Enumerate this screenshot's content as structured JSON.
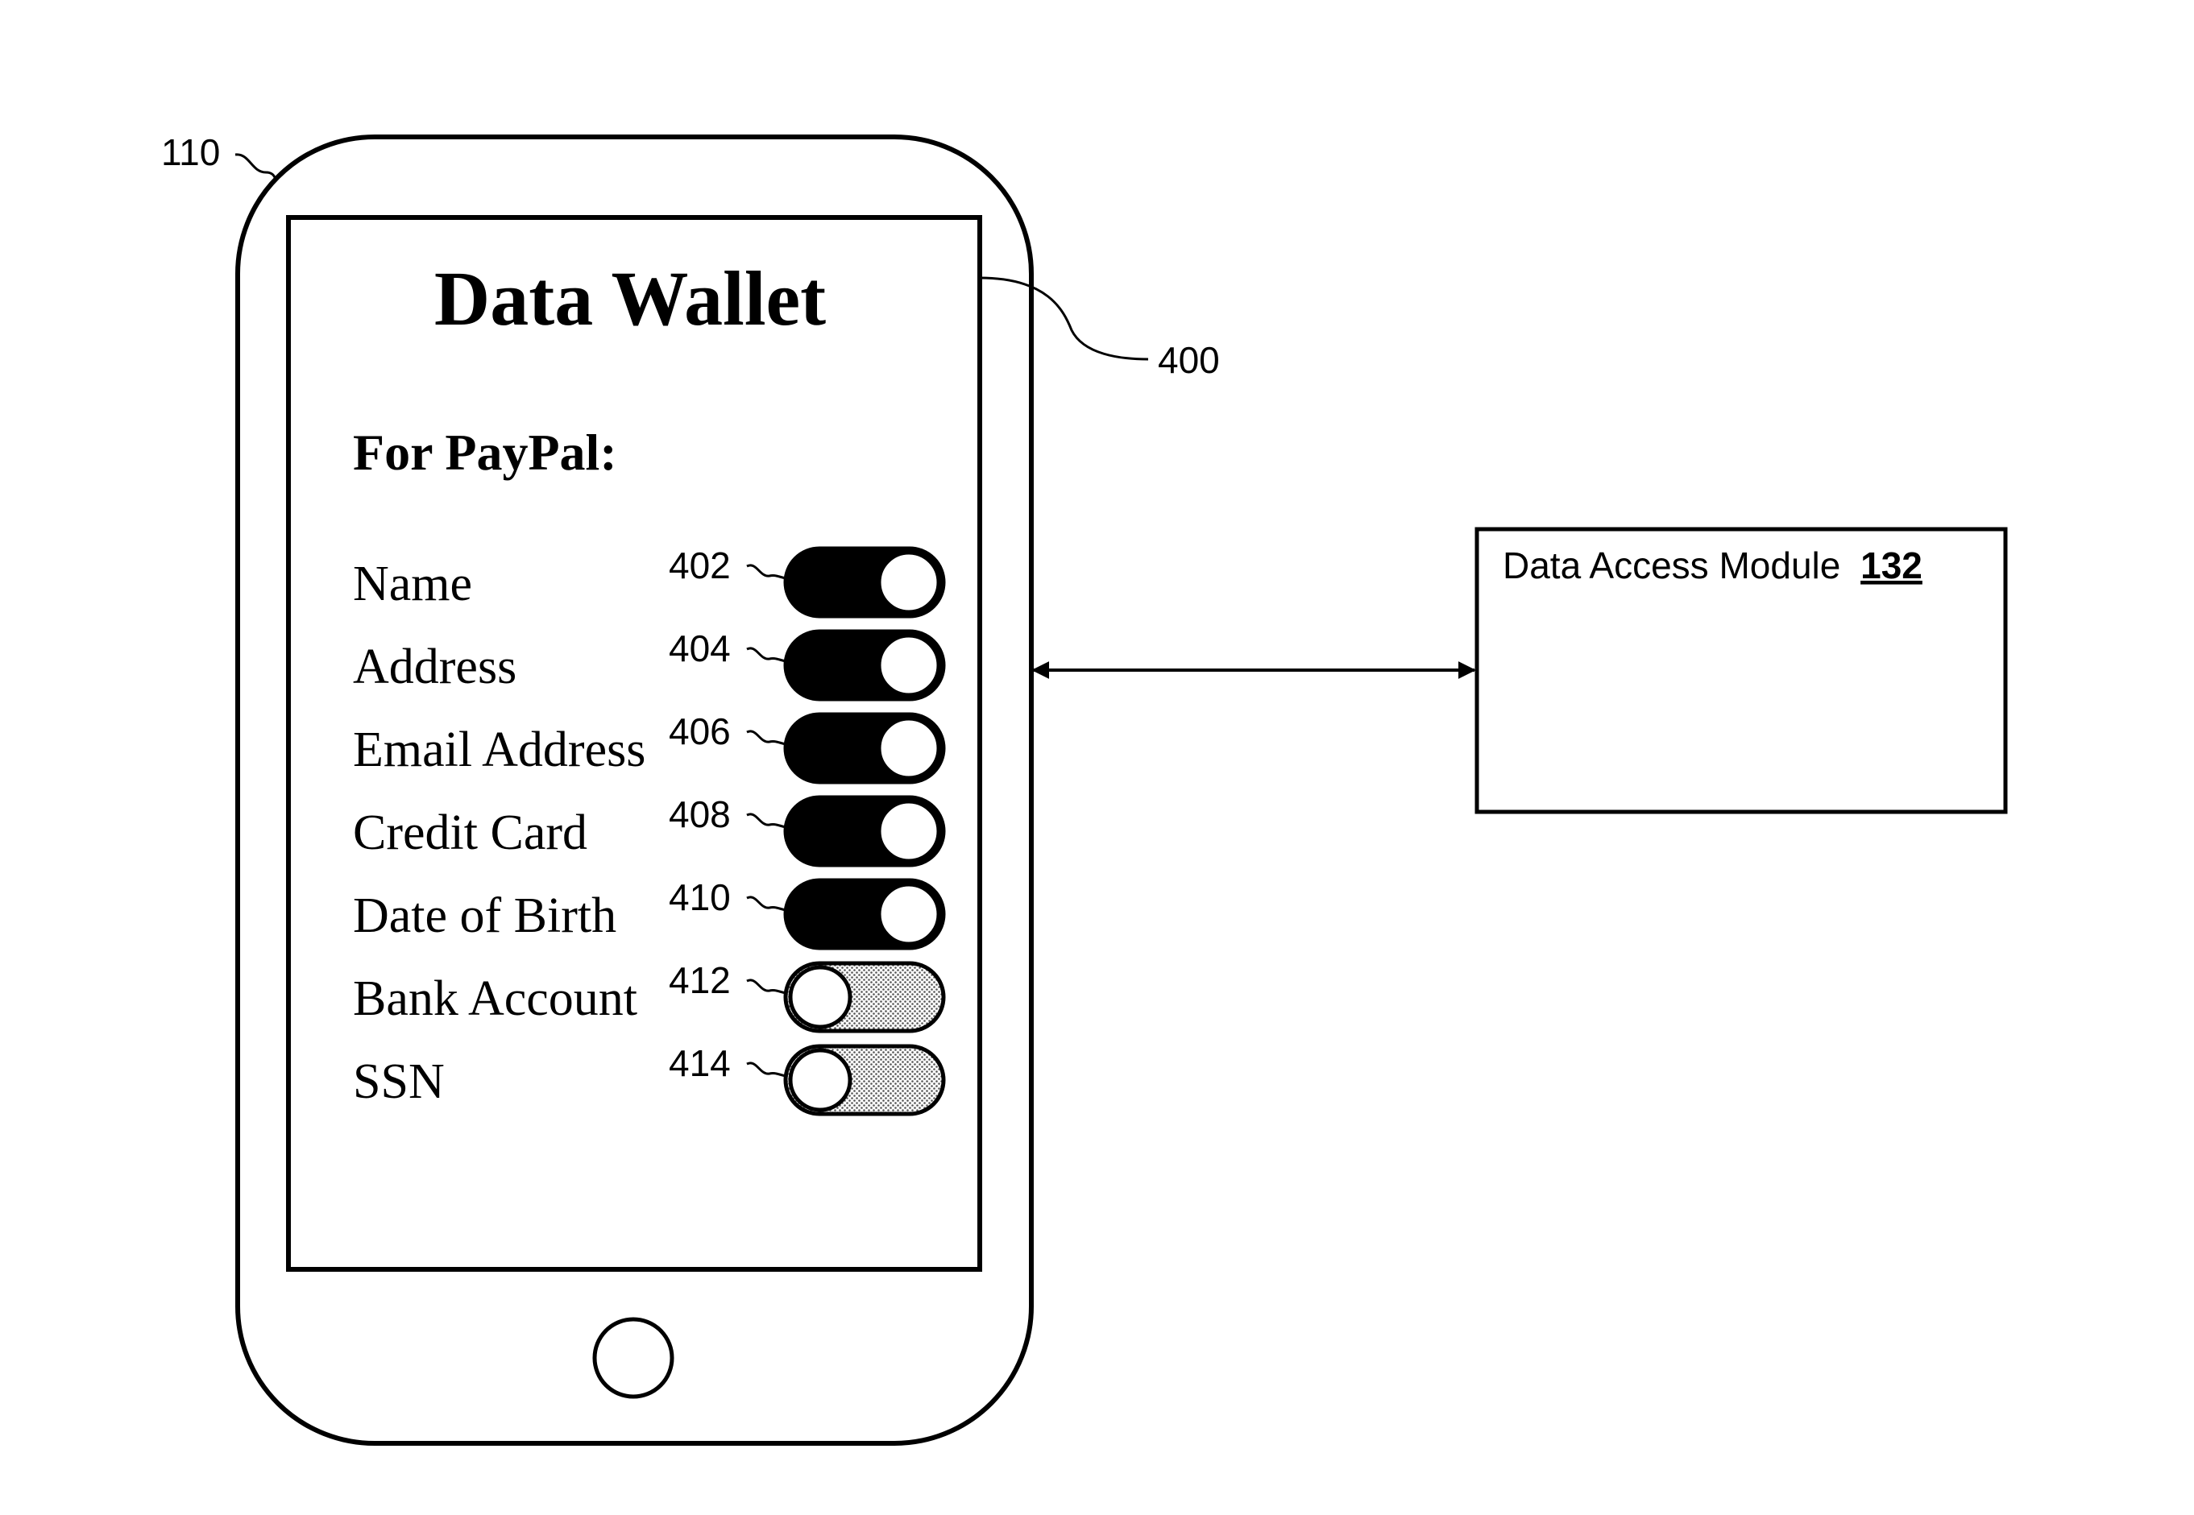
{
  "figure": {
    "device_ref": "110",
    "screen_ref": "400"
  },
  "screen": {
    "title": "Data Wallet",
    "subtitle": "For PayPal:",
    "items": [
      {
        "label": "Name",
        "ref": "402",
        "state": "on"
      },
      {
        "label": "Address",
        "ref": "404",
        "state": "on"
      },
      {
        "label": "Email Address",
        "ref": "406",
        "state": "on"
      },
      {
        "label": "Credit Card",
        "ref": "408",
        "state": "on"
      },
      {
        "label": "Date of Birth",
        "ref": "410",
        "state": "on"
      },
      {
        "label": "Bank Account",
        "ref": "412",
        "state": "off"
      },
      {
        "label": "SSN",
        "ref": "414",
        "state": "off"
      }
    ]
  },
  "module": {
    "label": "Data Access Module",
    "number": "132"
  },
  "connection": "bidirectional",
  "colors": {
    "line": "#000000",
    "toggle_on_track": "#000000",
    "toggle_off_track": "#b5b5b5",
    "background": "#ffffff"
  }
}
